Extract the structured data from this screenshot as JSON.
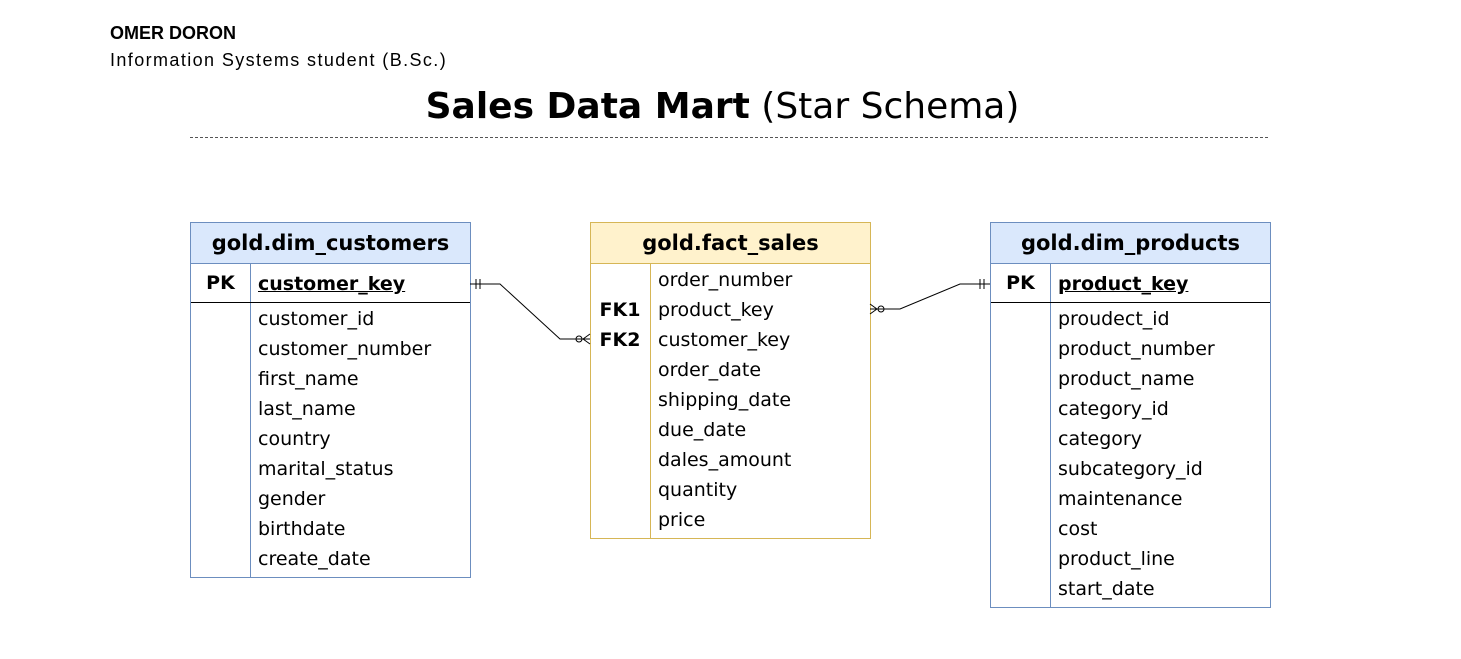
{
  "header": {
    "author_name": "OMER DORON",
    "author_role": "Information Systems student (B.Sc.)",
    "title_bold": "Sales Data Mart",
    "title_rest": " (Star Schema)"
  },
  "entities": {
    "dim_customers": {
      "name": "gold.dim_customers",
      "pk_label": "PK",
      "pk_field": "customer_key",
      "attributes": [
        "customer_id",
        "customer_number",
        "first_name",
        "last_name",
        "country",
        "marital_status",
        "gender",
        "birthdate",
        "create_date"
      ]
    },
    "fact_sales": {
      "name": "gold.fact_sales",
      "fk1_label": "FK1",
      "fk2_label": "FK2",
      "attributes": [
        "order_number",
        "product_key",
        "customer_key",
        "order_date",
        "shipping_date",
        "due_date",
        "dales_amount",
        "quantity",
        "price"
      ]
    },
    "dim_products": {
      "name": "gold.dim_products",
      "pk_label": "PK",
      "pk_field": "product_key",
      "attributes": [
        "proudect_id",
        "product_number",
        "product_name",
        "category_id",
        "category",
        "subcategory_id",
        "maintenance",
        "cost",
        "product_line",
        "start_date"
      ]
    }
  },
  "relationships": [
    {
      "from": "gold.dim_customers.customer_key",
      "to": "gold.fact_sales.customer_key",
      "from_cardinality": "exactly-one",
      "to_cardinality": "zero-or-many"
    },
    {
      "from": "gold.dim_products.product_key",
      "to": "gold.fact_sales.product_key",
      "from_cardinality": "exactly-one",
      "to_cardinality": "zero-or-many"
    }
  ],
  "colors": {
    "dim_header_fill": "#dae8fc",
    "dim_border": "#6c8ebf",
    "fact_header_fill": "#fff2cc",
    "fact_border": "#d6b656"
  }
}
